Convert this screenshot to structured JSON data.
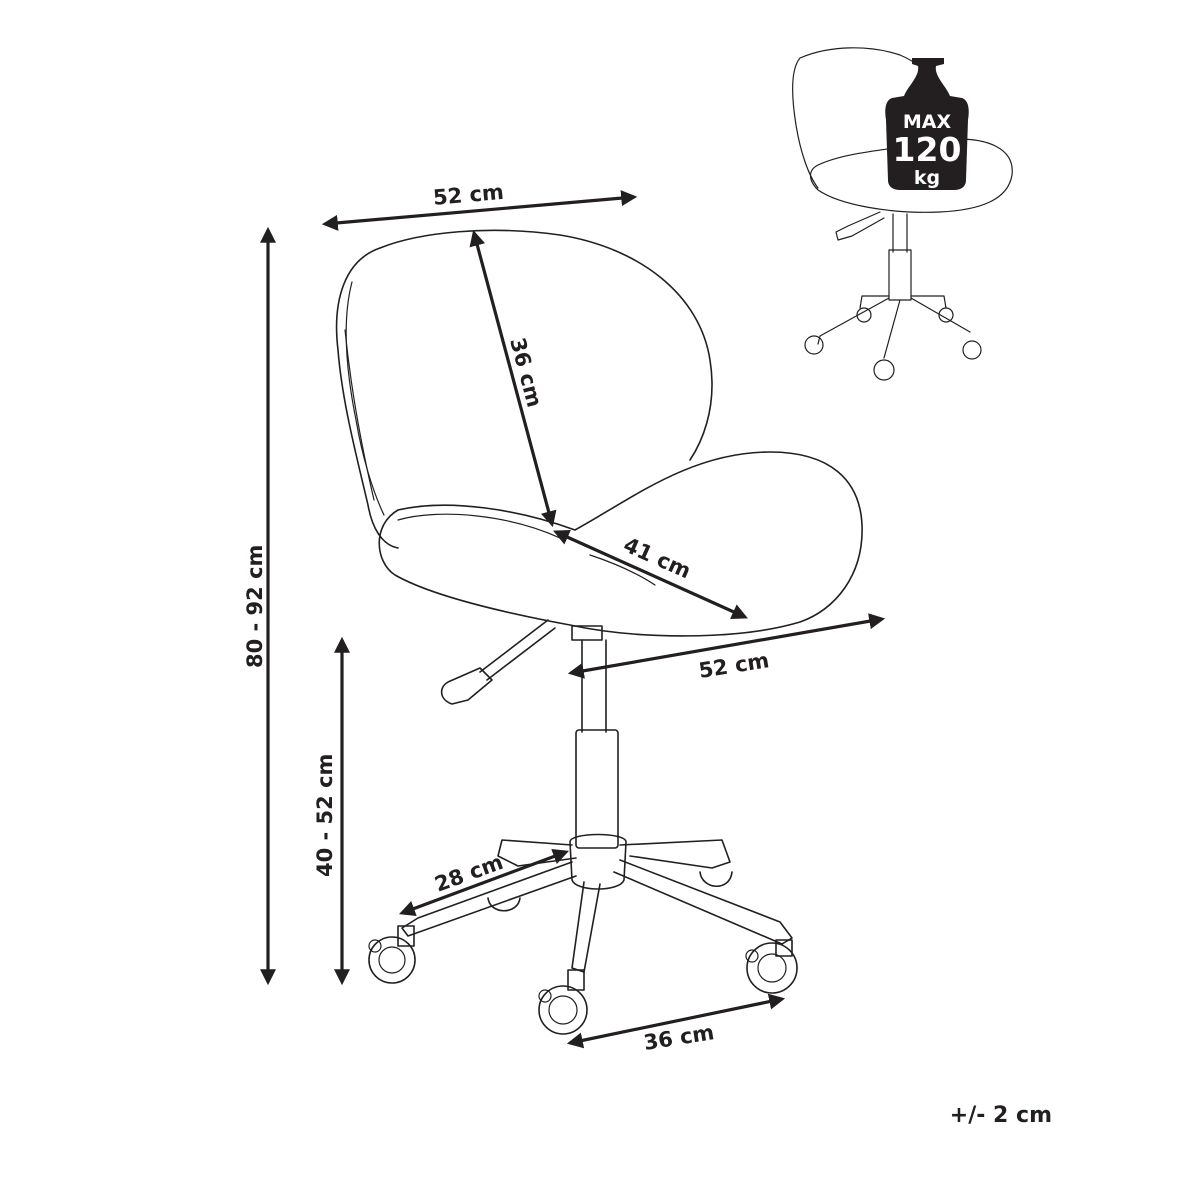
{
  "dimensions": {
    "top_width": "52 cm",
    "back_height": "36 cm",
    "seat_depth": "41 cm",
    "seat_width": "52 cm",
    "total_height": "80 - 92 cm",
    "seat_height": "40 - 52 cm",
    "leg_length": "28 cm",
    "wheel_spacing": "36 cm"
  },
  "weight_badge": {
    "line1": "MAX",
    "line2": "120",
    "line3": "kg"
  },
  "tolerance": "+/- 2 cm",
  "colors": {
    "ink": "#231f20",
    "background": "#ffffff"
  }
}
